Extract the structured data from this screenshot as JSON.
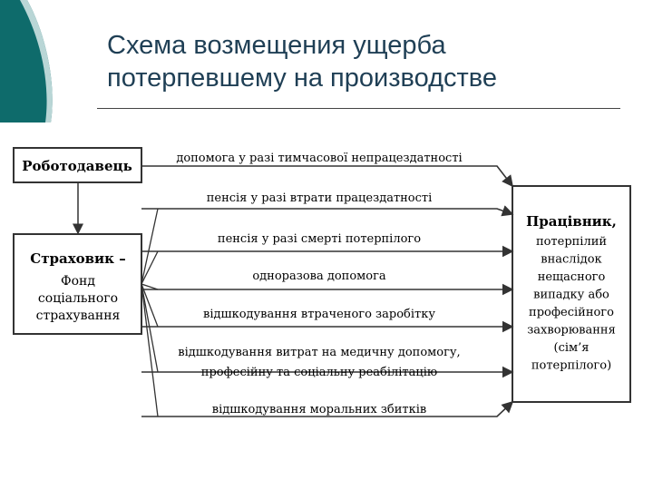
{
  "slide": {
    "title": "Схема возмещения ущерба\nпотерпевшему на производстве"
  },
  "diagram": {
    "employer": "Роботодавець",
    "insurer_title": "Страховик –",
    "insurer_lines": [
      "Фонд",
      "соціального",
      "страхування"
    ],
    "worker_title": "Працівник,",
    "worker_lines": [
      "потерпілий",
      "внаслідок",
      "нещасного",
      "випадку або",
      "професійного",
      "захворювання",
      "(сім’я",
      "потерпілого)"
    ],
    "flows": [
      {
        "lines": [
          "допомога у разі тимчасової непрацездатності"
        ]
      },
      {
        "lines": [
          "пенсія у разі втрати працездатності"
        ]
      },
      {
        "lines": [
          "пенсія у разі смерті потерпілого"
        ]
      },
      {
        "lines": [
          "одноразова допомога"
        ]
      },
      {
        "lines": [
          "відшкодування втраченого заробітку"
        ]
      },
      {
        "lines": [
          "відшкодування витрат на медичну допомогу,",
          "професійну та соціальну реабілітацію"
        ]
      },
      {
        "lines": [
          "відшкодування моральних збитків"
        ]
      }
    ]
  }
}
